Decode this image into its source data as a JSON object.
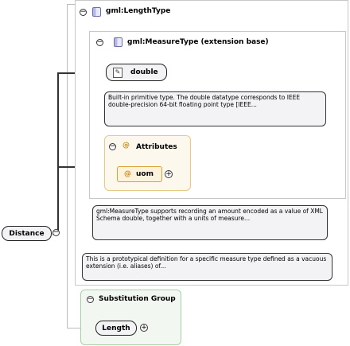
{
  "root": {
    "label": "Distance"
  },
  "length_type": {
    "title": "gml:LengthType"
  },
  "measure_type": {
    "title": "gml:MeasureType (extension base)"
  },
  "double_type": {
    "label": "double",
    "doc": "Built-in primitive type. The double datatype corresponds to IEEE double-precision 64-bit floating point type [IEEE..."
  },
  "attributes": {
    "title": "Attributes",
    "uom_label": "uom"
  },
  "measure_doc": "gml:MeasureType supports recording an amount encoded as a value of XML Schema double, together with a units of measure...",
  "length_doc": "This is a prototypical definition for a specific measure type defined as a vacuous extension (i.e. aliases) of...",
  "substitution": {
    "title": "Substitution Group",
    "length_label": "Length"
  },
  "glyphs": {
    "minus": "−",
    "plus": "+",
    "at": "@",
    "pencil": "✎"
  },
  "colors": {
    "attr_bg": "#fdf8ee",
    "attr_border": "#e6c987",
    "subst_bg": "#f2f8f1",
    "subst_border": "#a9cfa6",
    "pill_bg": "#f3f3f6"
  }
}
